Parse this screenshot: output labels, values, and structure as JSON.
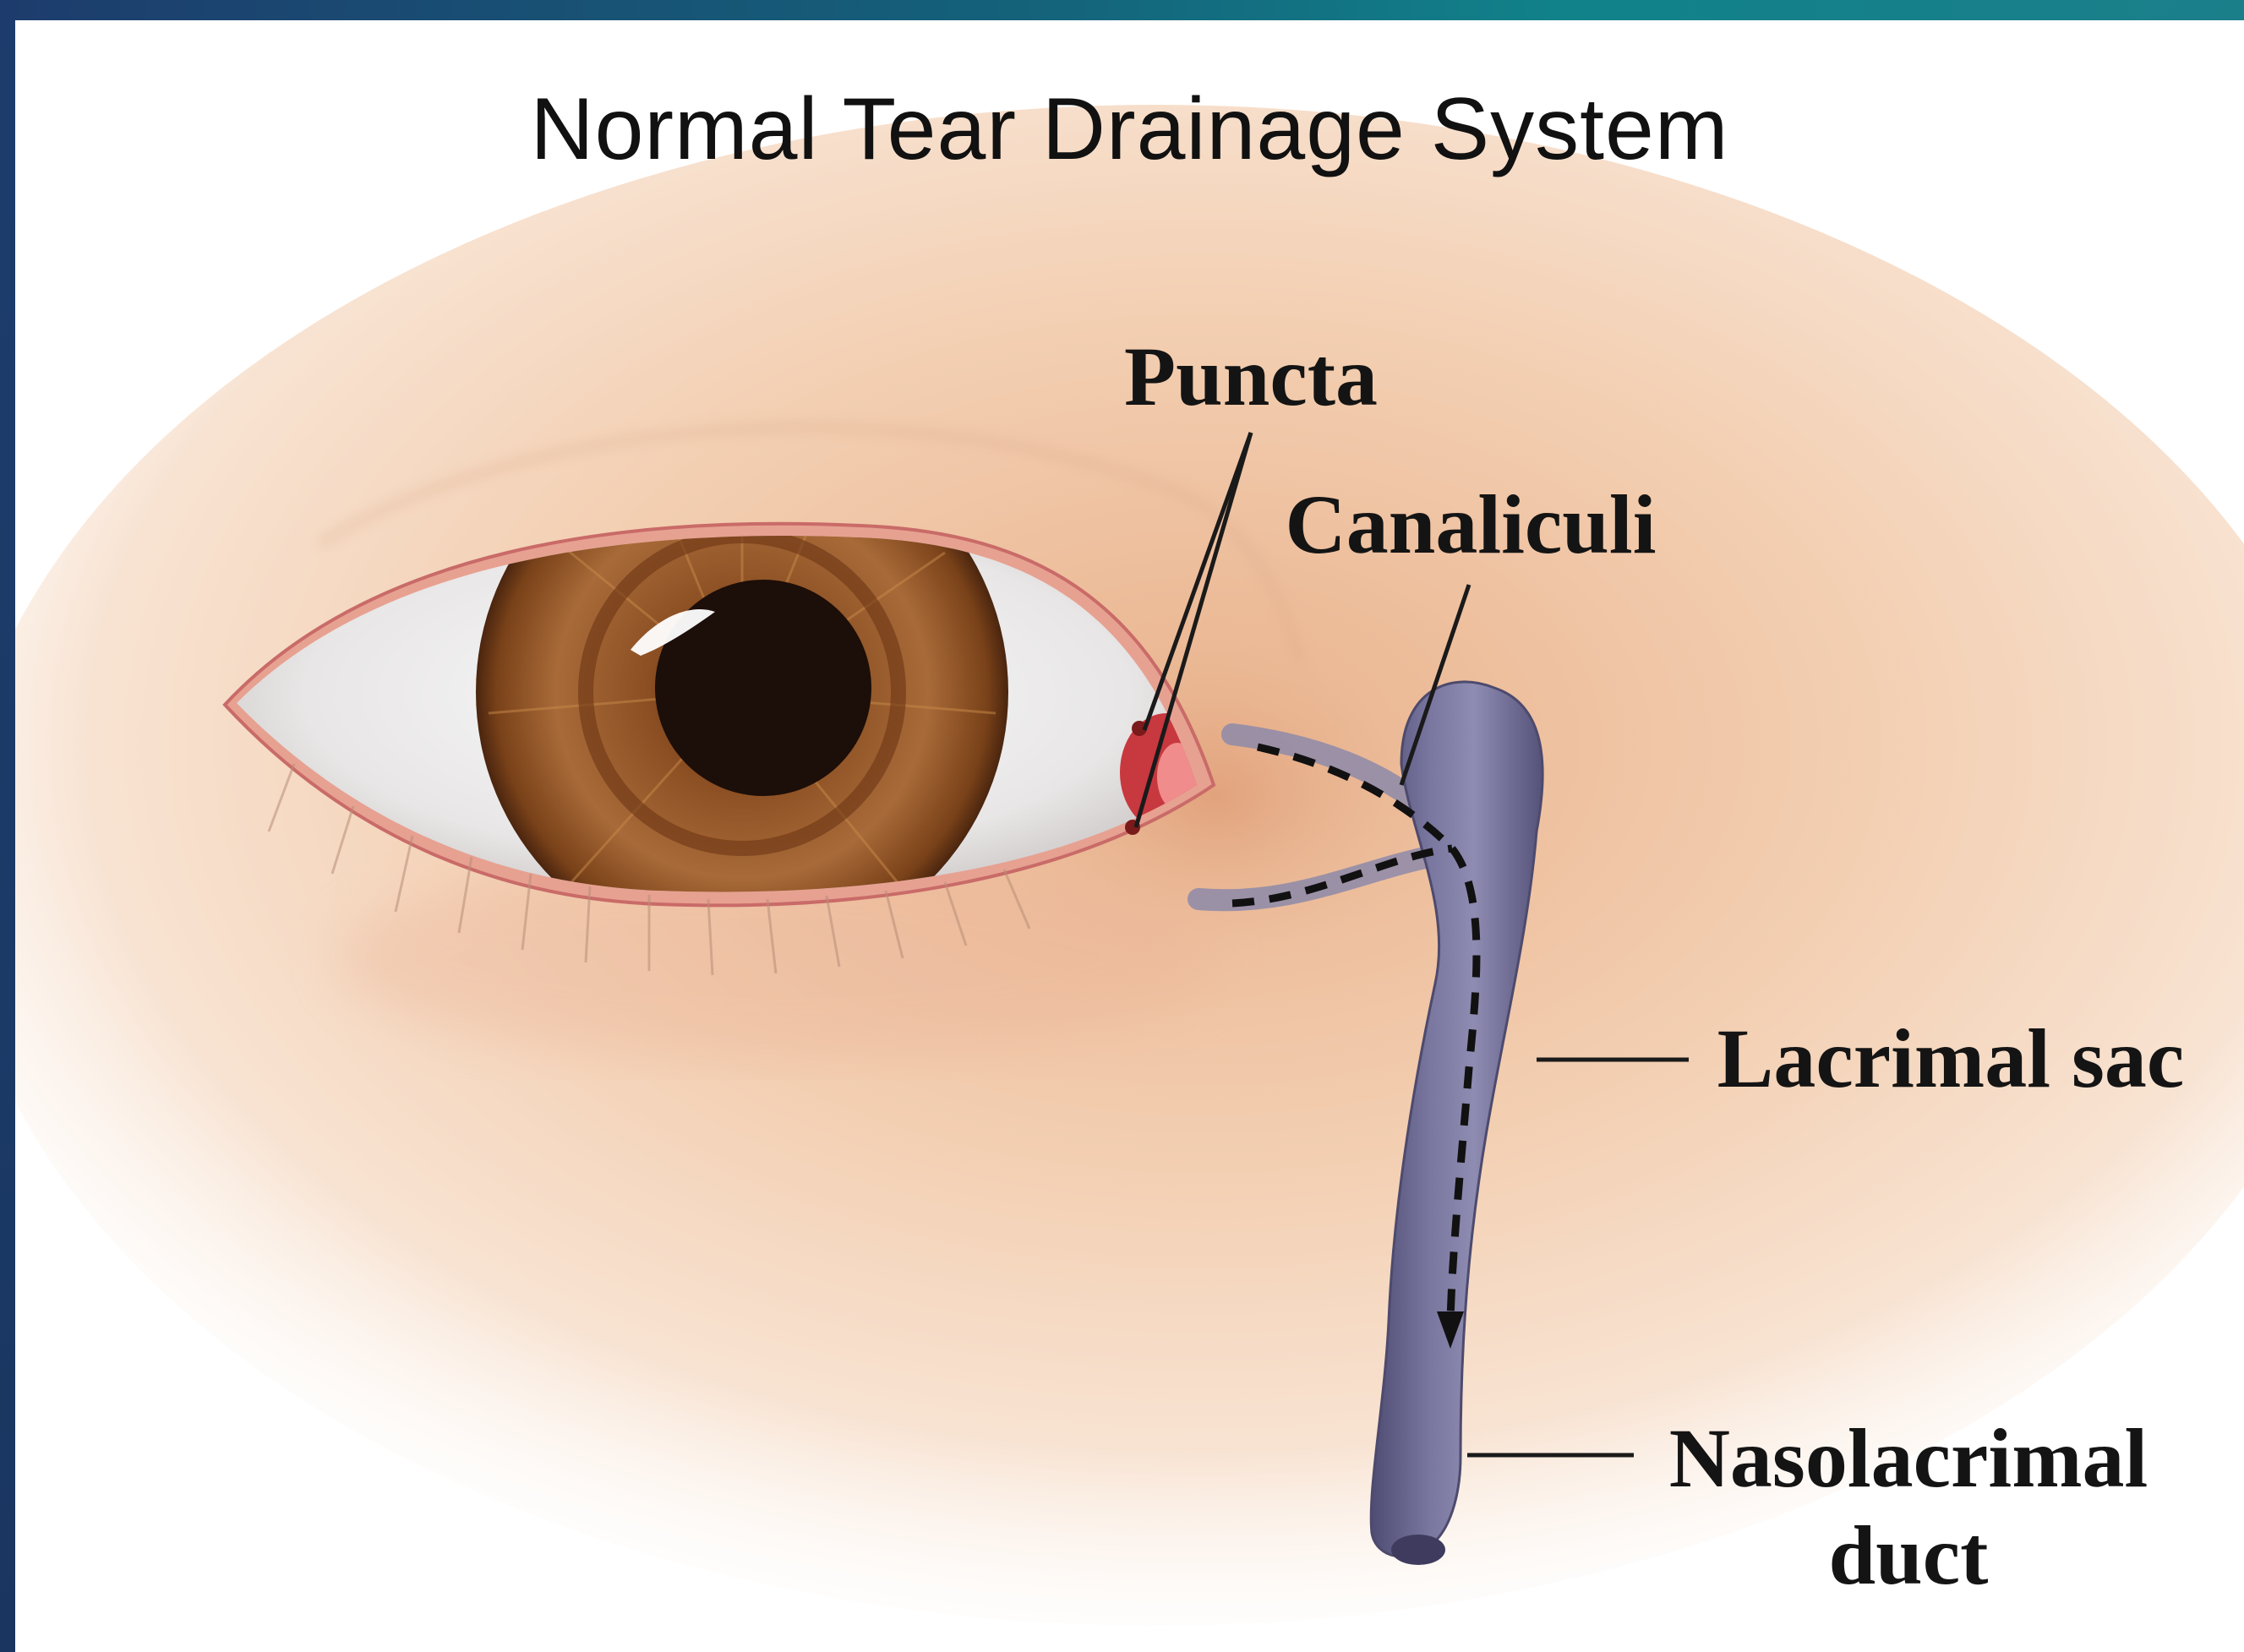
{
  "title": "Normal Tear Drainage System",
  "labels": {
    "puncta": "Puncta",
    "canaliculi": "Canaliculi",
    "lacrimal_sac": "Lacrimal sac",
    "nasolacrimal_line1": "Nasolacrimal",
    "nasolacrimal_line2": "duct"
  },
  "colors": {
    "frame": "#1c3f6e",
    "skin": "#f1cdae",
    "iris": "#8a4e22",
    "duct": "#6e6b92"
  }
}
